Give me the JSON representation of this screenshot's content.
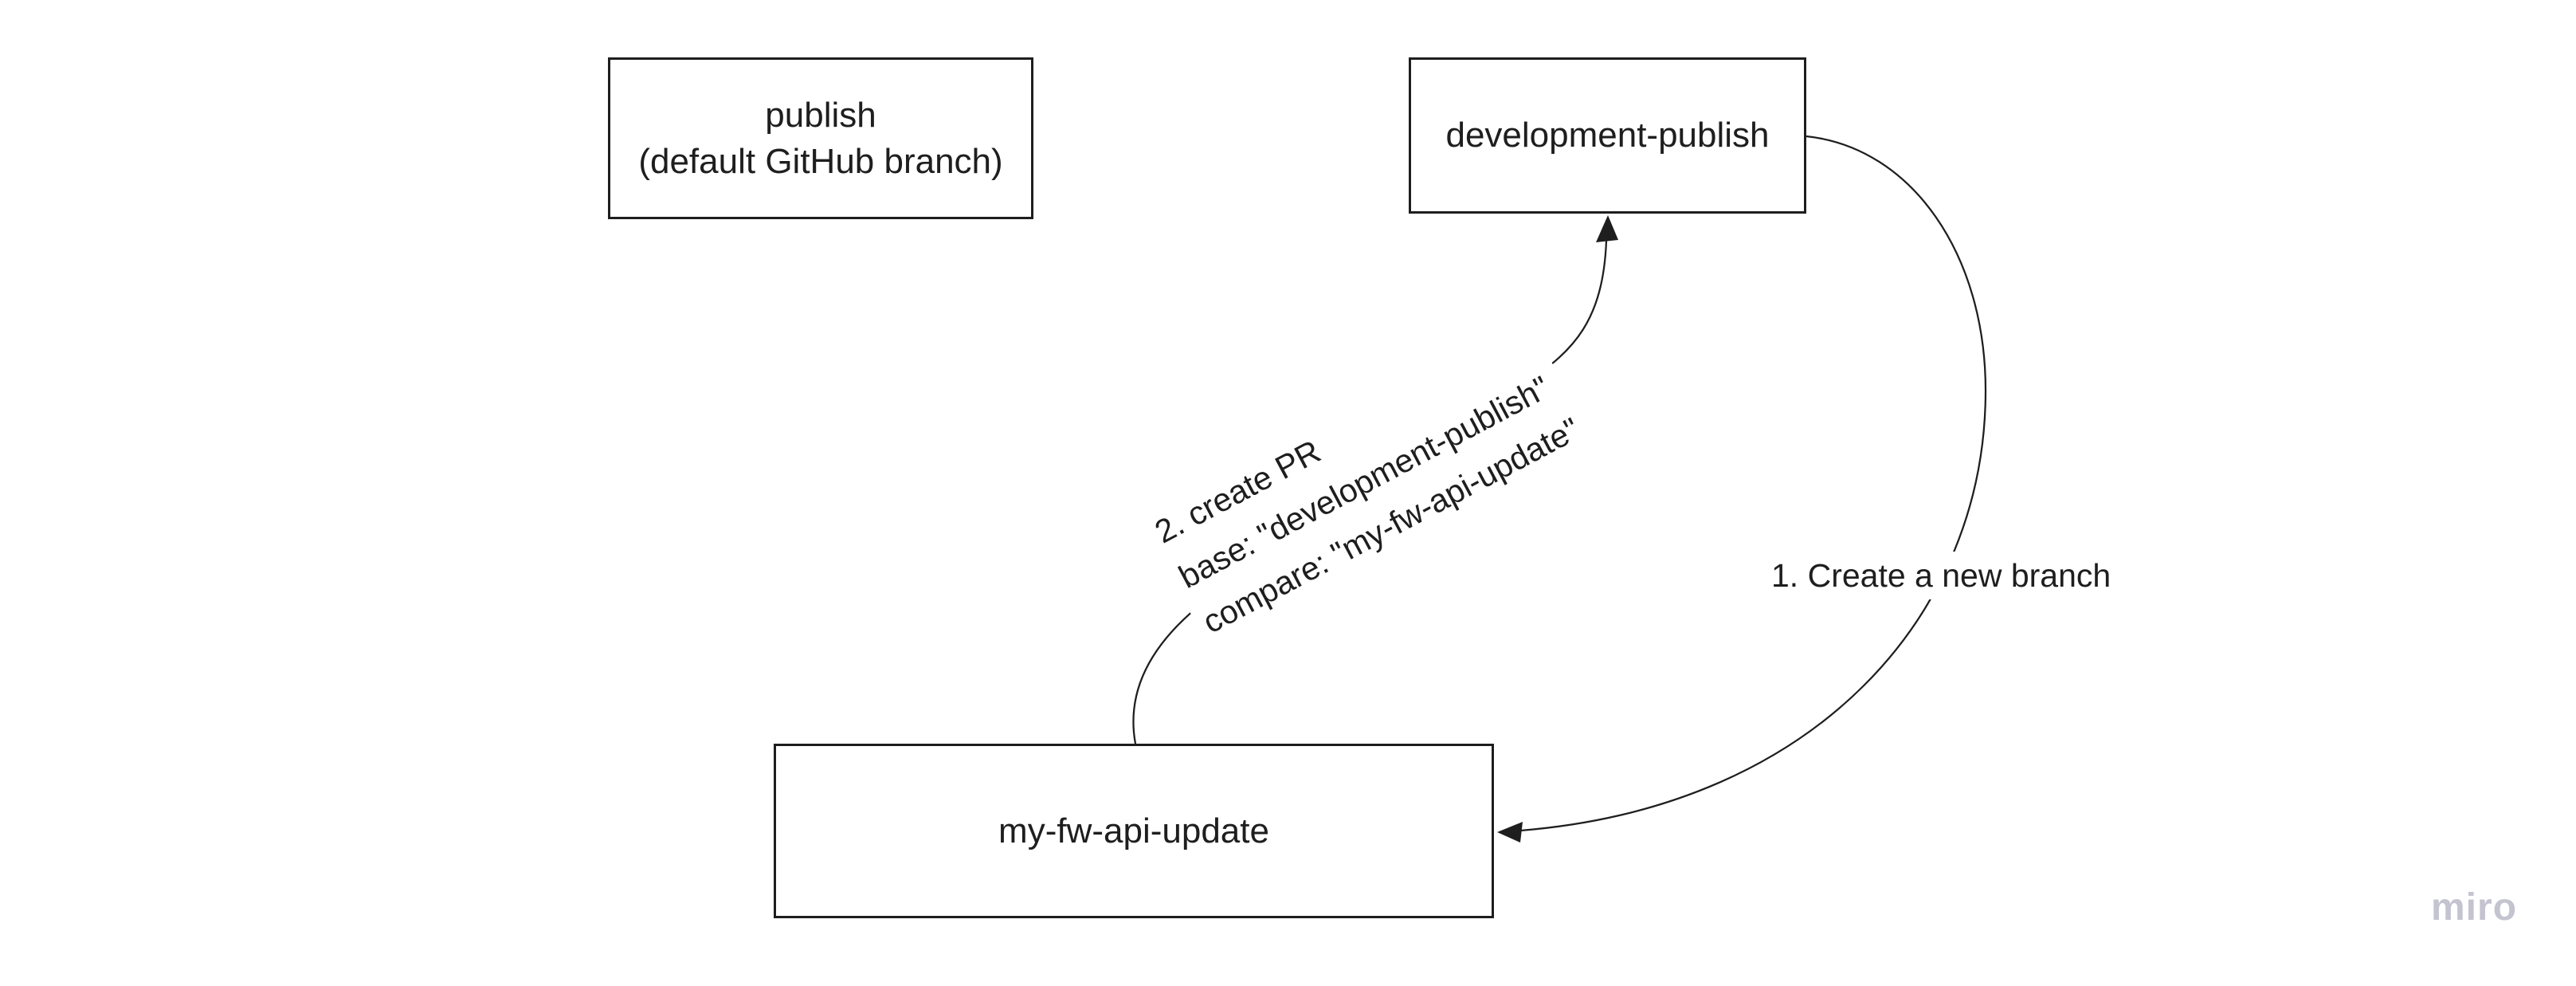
{
  "diagram": {
    "nodes": [
      {
        "id": "publish",
        "lines": [
          "publish",
          "(default GitHub branch)"
        ]
      },
      {
        "id": "development-publish",
        "label": "development-publish"
      },
      {
        "id": "my-fw-api-update",
        "label": "my-fw-api-update"
      }
    ],
    "edges": [
      {
        "id": "create-branch",
        "from": "development-publish",
        "to": "my-fw-api-update",
        "label": "1. Create a new branch"
      },
      {
        "id": "create-pr",
        "from": "my-fw-api-update",
        "to": "development-publish",
        "label_lines": [
          "2. create PR",
          "base: \"development-publish\"",
          "compare: \"my-fw-api-update\""
        ]
      }
    ]
  },
  "watermark": {
    "text": "miro",
    "color": "#c4c3d0"
  },
  "colors": {
    "stroke": "#1e1e1e",
    "background": "#ffffff"
  }
}
